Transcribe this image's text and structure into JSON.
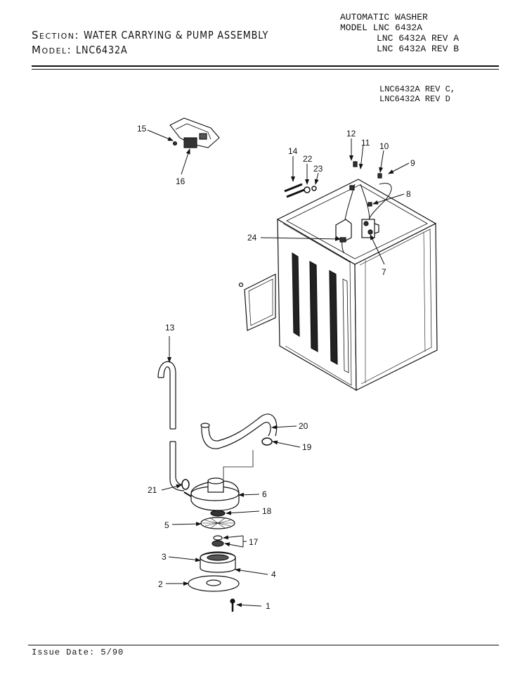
{
  "header": {
    "section_label": "Section:",
    "section_value": "WATER CARRYING & PUMP ASSEMBLY",
    "model_label": "Model:",
    "model_value": "LNC6432A",
    "product_line": "AUTOMATIC WASHER",
    "model_lines": [
      "MODEL LNC 6432A",
      "LNC 6432A REV A",
      "LNC 6432A REV B"
    ],
    "variants": [
      "LNC6432A REV C,",
      "LNC6432A REV D"
    ]
  },
  "callouts": {
    "c1": "1",
    "c2": "2",
    "c3": "3",
    "c4": "4",
    "c5": "5",
    "c6": "6",
    "c7": "7",
    "c8": "8",
    "c9": "9",
    "c10": "10",
    "c11": "11",
    "c12": "12",
    "c13": "13",
    "c14": "14",
    "c15": "15",
    "c16": "16",
    "c17": "17",
    "c18": "18",
    "c19": "19",
    "c20": "20",
    "c21": "21",
    "c22": "22",
    "c23": "23",
    "c24": "24"
  },
  "footer": {
    "issue_date": "Issue Date: 5/90"
  }
}
